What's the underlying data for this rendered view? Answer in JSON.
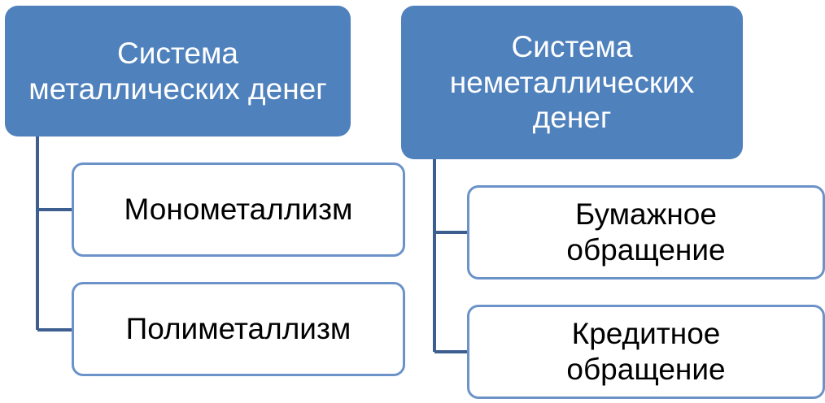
{
  "colors": {
    "header_fill": "#4f81bd",
    "child_border": "#6b93c9",
    "connector": "#3d5f8f"
  },
  "metal_system": {
    "title": "Система металлических денег",
    "items": [
      {
        "label": "Монометаллизм"
      },
      {
        "label": "Полиметаллизм"
      }
    ]
  },
  "nonmetal_system": {
    "title": "Система неметаллических денег",
    "items": [
      {
        "label": "Бумажное обращение"
      },
      {
        "label": "Кредитное обращение"
      }
    ]
  }
}
